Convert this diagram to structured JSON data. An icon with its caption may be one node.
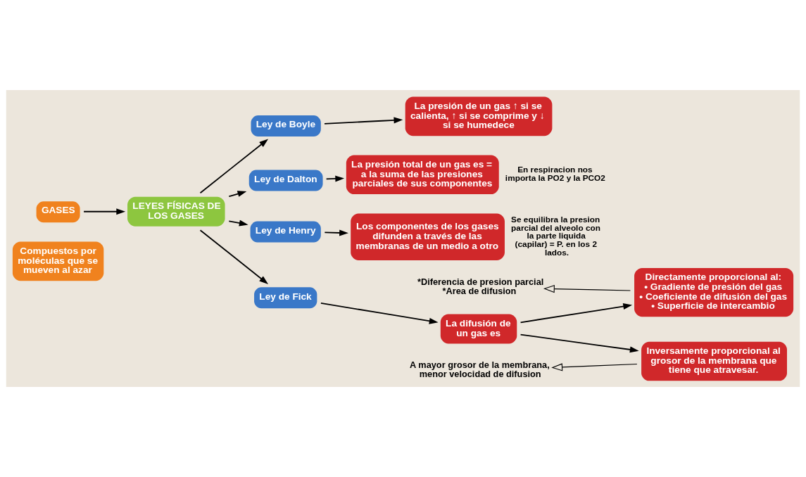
{
  "diagram": {
    "nodes": [
      {
        "text": [
          "Compuestos por moléculas que se mueven al azar"
        ]
      },
      {
        "text": [
          "GASES"
        ]
      },
      {
        "text": [
          "LEYES FÍSICAS DE LOS GASES"
        ]
      },
      {
        "text": [
          "Ley de Boyle"
        ]
      },
      {
        "text": [
          "La presión de un gas ↑ si se calienta, ↑ si se comprime y ↓ si se humedece"
        ]
      },
      {
        "text": [
          "Ley de Dalton"
        ]
      },
      {
        "text": [
          "La presión total de un gas es = a la suma de las presiones parciales de sus componentes"
        ],
        "beside": [
          "En respiracion nos importa la PO2 y la PCO2"
        ]
      },
      {
        "text": [
          "Ley de Henry"
        ]
      },
      {
        "text": [
          "Los componentes de los gases difunden a través de las membranas de un medio a otro"
        ],
        "beside": [
          "Se equilibra la presion parcial del alveolo con la parte liquida (capilar) = P. en los 2 lados."
        ]
      },
      {
        "text": [
          "Ley de Fick"
        ]
      },
      {
        "text": [
          "La difusión de un gas es"
        ]
      },
      {
        "text": [
          "Directamente proporcional al:",
          "• Gradiente de presión del gas",
          "• Coeficiente de difusión del gas",
          "• Superficie de intercambio"
        ]
      },
      {
        "text": [
          "Inversamente proporcional al grosor de la membrana que tiene que atravesar."
        ]
      },
      {
        "text": [
          "*Diferencia de presion parcial",
          "*Area de difusion"
        ]
      },
      {
        "text": [
          "A mayor grosor de la membrana, menor velocidad de difusion"
        ]
      }
    ],
    "edges": [
      {
        "from": 1,
        "to": 2,
        "arrow": "to"
      },
      {
        "from": 2,
        "to": 3,
        "arrow": "to"
      },
      {
        "from": 2,
        "to": 5,
        "arrow": "to"
      },
      {
        "from": 2,
        "to": 7,
        "arrow": "to"
      },
      {
        "from": 2,
        "to": 9,
        "arrow": "to"
      },
      {
        "from": 3,
        "to": 4,
        "arrow": "to"
      },
      {
        "from": 5,
        "to": 6,
        "arrow": "to"
      },
      {
        "from": 7,
        "to": 8,
        "arrow": "to"
      },
      {
        "from": 9,
        "to": 10,
        "arrow": "to"
      },
      {
        "from": 10,
        "to": 11,
        "arrow": "to"
      },
      {
        "from": 10,
        "to": 12,
        "arrow": "to"
      },
      {
        "from": 11,
        "to": 13,
        "arrow": "to"
      },
      {
        "from": 12,
        "to": 14,
        "arrow": "to"
      }
    ]
  }
}
